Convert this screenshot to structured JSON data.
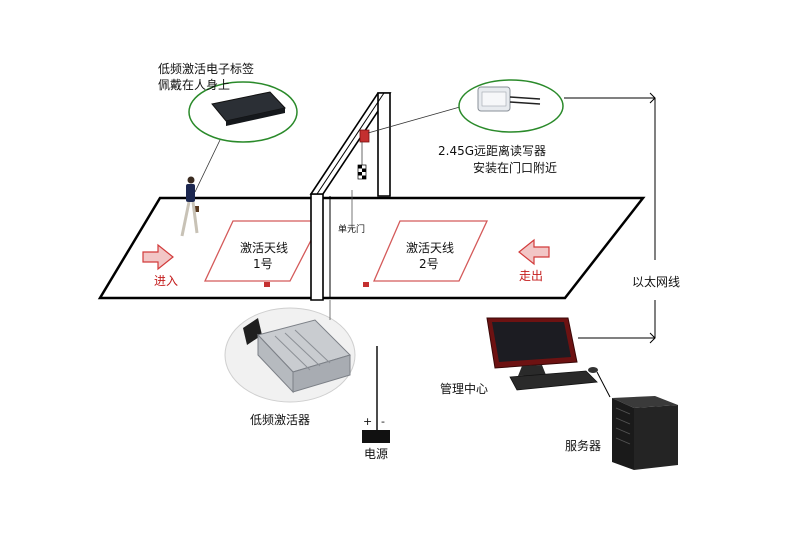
{
  "labels": {
    "tag_line1": "低频激活电子标签",
    "tag_line2": "佩戴在人身上",
    "reader_line1": "2.45G远距离读写器",
    "reader_line2": "安装在门口附近",
    "door": "单元门",
    "antenna1_line1": "激活天线",
    "antenna1_line2": "1号",
    "antenna2_line1": "激活天线",
    "antenna2_line2": "2号",
    "enter": "进入",
    "exit": "走出",
    "ethernet": "以太网线",
    "management_center": "管理中心",
    "activator": "低频激活器",
    "power": "电源",
    "power_plus": "+",
    "power_minus": "-",
    "server": "服务器"
  },
  "colors": {
    "arrow_fill": "#f2c6c6",
    "arrow_stroke": "#d23b3b",
    "antenna_outline": "#d45a5a",
    "callout_border": "#2a8a2a",
    "line": "#000000"
  }
}
